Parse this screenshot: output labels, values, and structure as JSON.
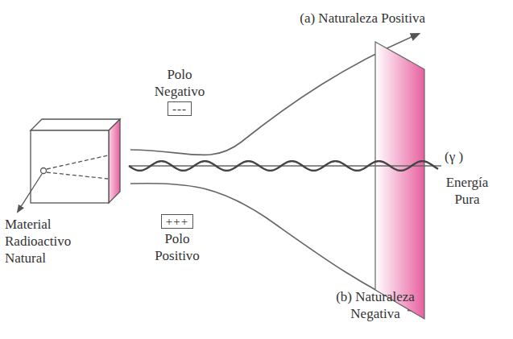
{
  "diagram": {
    "nodes": [
      {
        "text": [
          "Polo Negativo",
          "---"
        ]
      },
      {
        "text": [
          "+++",
          "Polo Positivo"
        ]
      }
    ],
    "labels": [
      "(a) Naturaleza Positiva",
      "(γ )",
      "Energía Pura",
      "Material Radioactivo Natural",
      "(b) Naturaleza Negativa"
    ]
  }
}
